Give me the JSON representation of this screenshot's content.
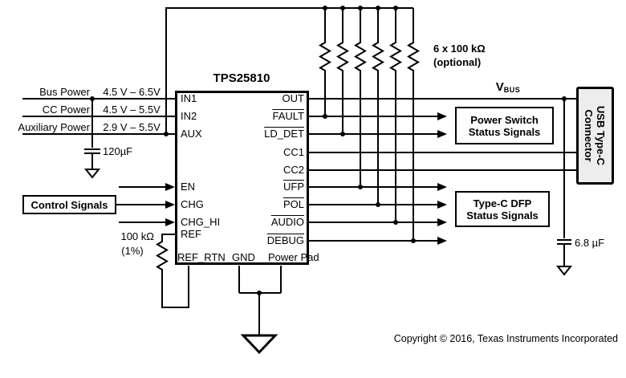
{
  "colors": {
    "ink": "#000000",
    "connector_fill": "#ededed",
    "background": "#ffffff"
  },
  "chip": {
    "title": "TPS25810",
    "left_pins": [
      "IN1",
      "IN2",
      "AUX",
      "EN",
      "CHG",
      "CHG_HI",
      "REF"
    ],
    "bottom_pins": [
      "REF_RTN",
      "GND",
      "Power Pad"
    ],
    "right_pins": [
      "OUT",
      "FAULT",
      "LD_DET",
      "CC1",
      "CC2",
      "UFP",
      "POL",
      "AUDIO",
      "DEBUG"
    ]
  },
  "inputs": [
    {
      "label": "Bus Power",
      "range": "4.5 V – 6.5V"
    },
    {
      "label": "CC Power",
      "range": "4.5 V – 5.5V"
    },
    {
      "label": "Auxiliary Power",
      "range": "2.9 V – 5.5V"
    }
  ],
  "components": {
    "bulk_cap": "120µF",
    "output_cap": "6.8 µF",
    "ref_resistor": "100 kΩ",
    "ref_resistor_tol": "(1%)",
    "pullups_line1": "6 x 100 kΩ",
    "pullups_line2": "(optional)"
  },
  "labels": {
    "vbus_main": "V",
    "vbus_sub": "BUS",
    "control_signals": "Control Signals"
  },
  "boxes": {
    "power_switch": {
      "line1": "Power Switch",
      "line2": "Status Signals"
    },
    "type_c_dfp": {
      "line1": "Type-C DFP",
      "line2": "Status Signals"
    },
    "usb_connector": {
      "line1": "USB Type-C",
      "line2": "Connector"
    }
  },
  "footer": {
    "copyright": "Copyright © 2016, Texas Instruments Incorporated"
  }
}
